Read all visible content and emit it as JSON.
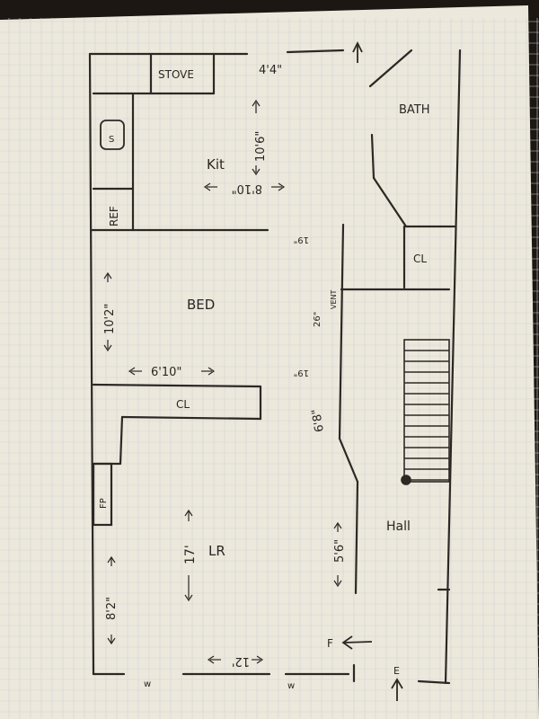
{
  "rooms": {
    "kitchen": "Kit",
    "bath": "BATH",
    "bed": "BED",
    "closet_top": "CL",
    "closet_bed": "CL",
    "living": "LR",
    "hall": "Hall"
  },
  "fixtures": {
    "stove": "STOVE",
    "refrigerator": "REF",
    "sink": "S",
    "fireplace": "FP",
    "vent": "VENT"
  },
  "dimensions": {
    "top_wall": "4'4\"",
    "kitchen_height": "10'6\"",
    "kitchen_width": "8'10\"",
    "bed_height": "10'2\"",
    "bed_closet_width": "6'10\"",
    "hall_19_top": "19\"",
    "hall_26": "26\"",
    "hall_19_mid": "19\"",
    "hall_6_8": "6'8\"",
    "hall_5_6": "5'6\"",
    "lr_height": "17'",
    "lr_left": "8'2\"",
    "lr_width": "12'"
  },
  "markers": {
    "window_left": "w",
    "window_right": "w",
    "front": "F",
    "east": "E"
  }
}
